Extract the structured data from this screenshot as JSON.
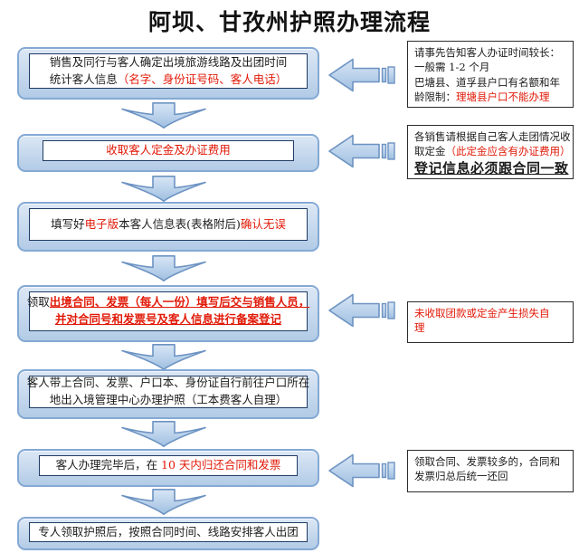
{
  "title": "阿坝、甘孜州护照办理流程",
  "colors": {
    "flow_box_fill": "#c5d8ed",
    "flow_box_border": "#84a9d4",
    "inner_box_border": "#1f3c64",
    "note_box_border": "#2b2b2b",
    "text_black": "#1c1c1c",
    "text_red": "#e11907",
    "arrow_fill": "#bcd3ec",
    "arrow_border": "#6d93c2"
  },
  "icons": {
    "down_arrow": "block-down-arrow",
    "left_arrow": "striped-left-arrow"
  },
  "steps": [
    {
      "lines": [
        {
          "segments": [
            {
              "text": "销售及同行与客人确定出境旅游线路及出团时间"
            }
          ]
        },
        {
          "segments": [
            {
              "text": "统计客人信息"
            },
            {
              "text": "（名字、身份证号码、客人电话）"
            }
          ]
        }
      ]
    },
    {
      "lines": [
        {
          "segments": [
            {
              "text": "收取客人定金及办证费用"
            }
          ]
        }
      ]
    },
    {
      "lines": [
        {
          "segments": [
            {
              "text": "填写好"
            },
            {
              "text": "电子版"
            },
            {
              "text": "本客人信息表(表格附后)"
            },
            {
              "text": "确认无误"
            }
          ]
        }
      ]
    },
    {
      "lines": [
        {
          "segments": [
            {
              "text": "领取"
            },
            {
              "text": "出境合同、发票（每人一份）填写后交与销售人员，"
            }
          ]
        },
        {
          "segments": [
            {
              "text": "并对合同号和发票号及客人信息进行备案登记"
            }
          ]
        }
      ]
    },
    {
      "lines": [
        {
          "segments": [
            {
              "text": "客人带上合同、发票、户口本、身份证自行前往户口所在"
            }
          ]
        },
        {
          "segments": [
            {
              "text": "地出入境管理中心办理护照（工本费客人自理）"
            }
          ]
        }
      ]
    },
    {
      "lines": [
        {
          "segments": [
            {
              "text": "客人办理完毕后，在 "
            },
            {
              "text": "10 天内归还合同和发票"
            }
          ]
        }
      ]
    },
    {
      "lines": [
        {
          "segments": [
            {
              "text": "专人领取护照后，按照合同时间、线路安排客人出团"
            }
          ]
        }
      ]
    }
  ],
  "notes": [
    {
      "lines": [
        {
          "segments": [
            {
              "text": "请事先告知客人办证时间较长："
            }
          ]
        },
        {
          "segments": [
            {
              "text": "一般需 1-2 个月"
            }
          ]
        },
        {
          "segments": [
            {
              "text": "巴塘县、道孚县户口有名额和年"
            }
          ]
        },
        {
          "segments": [
            {
              "text": "龄限制："
            },
            {
              "text": "理塘县户口不能办理"
            }
          ]
        }
      ]
    },
    {
      "lines": [
        {
          "segments": [
            {
              "text": "各销售请根据自己客人走团情况收"
            }
          ]
        },
        {
          "segments": [
            {
              "text": "取定金"
            },
            {
              "text": "（此定金应含有办证费用）"
            }
          ]
        },
        {
          "segments": [
            {
              "text": "登记信息必须跟合同一致"
            }
          ]
        }
      ]
    },
    {
      "lines": [
        {
          "segments": [
            {
              "text": "未收取团款或定金产生损失自"
            }
          ]
        },
        {
          "segments": [
            {
              "text": "理"
            }
          ]
        }
      ]
    },
    {
      "lines": [
        {
          "segments": [
            {
              "text": "领取合同、发票较多的，合同和"
            }
          ]
        },
        {
          "segments": [
            {
              "text": "发票归总后统一还回"
            }
          ]
        }
      ]
    }
  ]
}
